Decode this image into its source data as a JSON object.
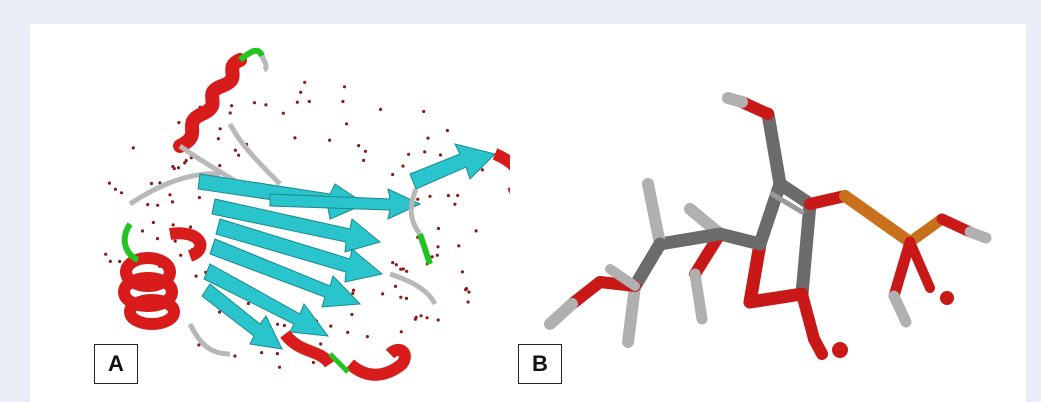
{
  "figure": {
    "panels": [
      {
        "label": "A",
        "depicts": "protein-ribbon-structure"
      },
      {
        "label": "B",
        "depicts": "small-molecule-stick-model"
      }
    ],
    "colors": {
      "background": "#e8edf7",
      "frame": "#ffffff",
      "helix": "#d81c1c",
      "sheet": "#29c4cc",
      "coil": "#b8b8b8",
      "turn": "#22c422",
      "water": "#8b1a1a",
      "carbon": "#6b6b6b",
      "oxygen": "#c81818",
      "phosphorus": "#c8701c",
      "hydrogen": "#b0b0b0"
    }
  }
}
